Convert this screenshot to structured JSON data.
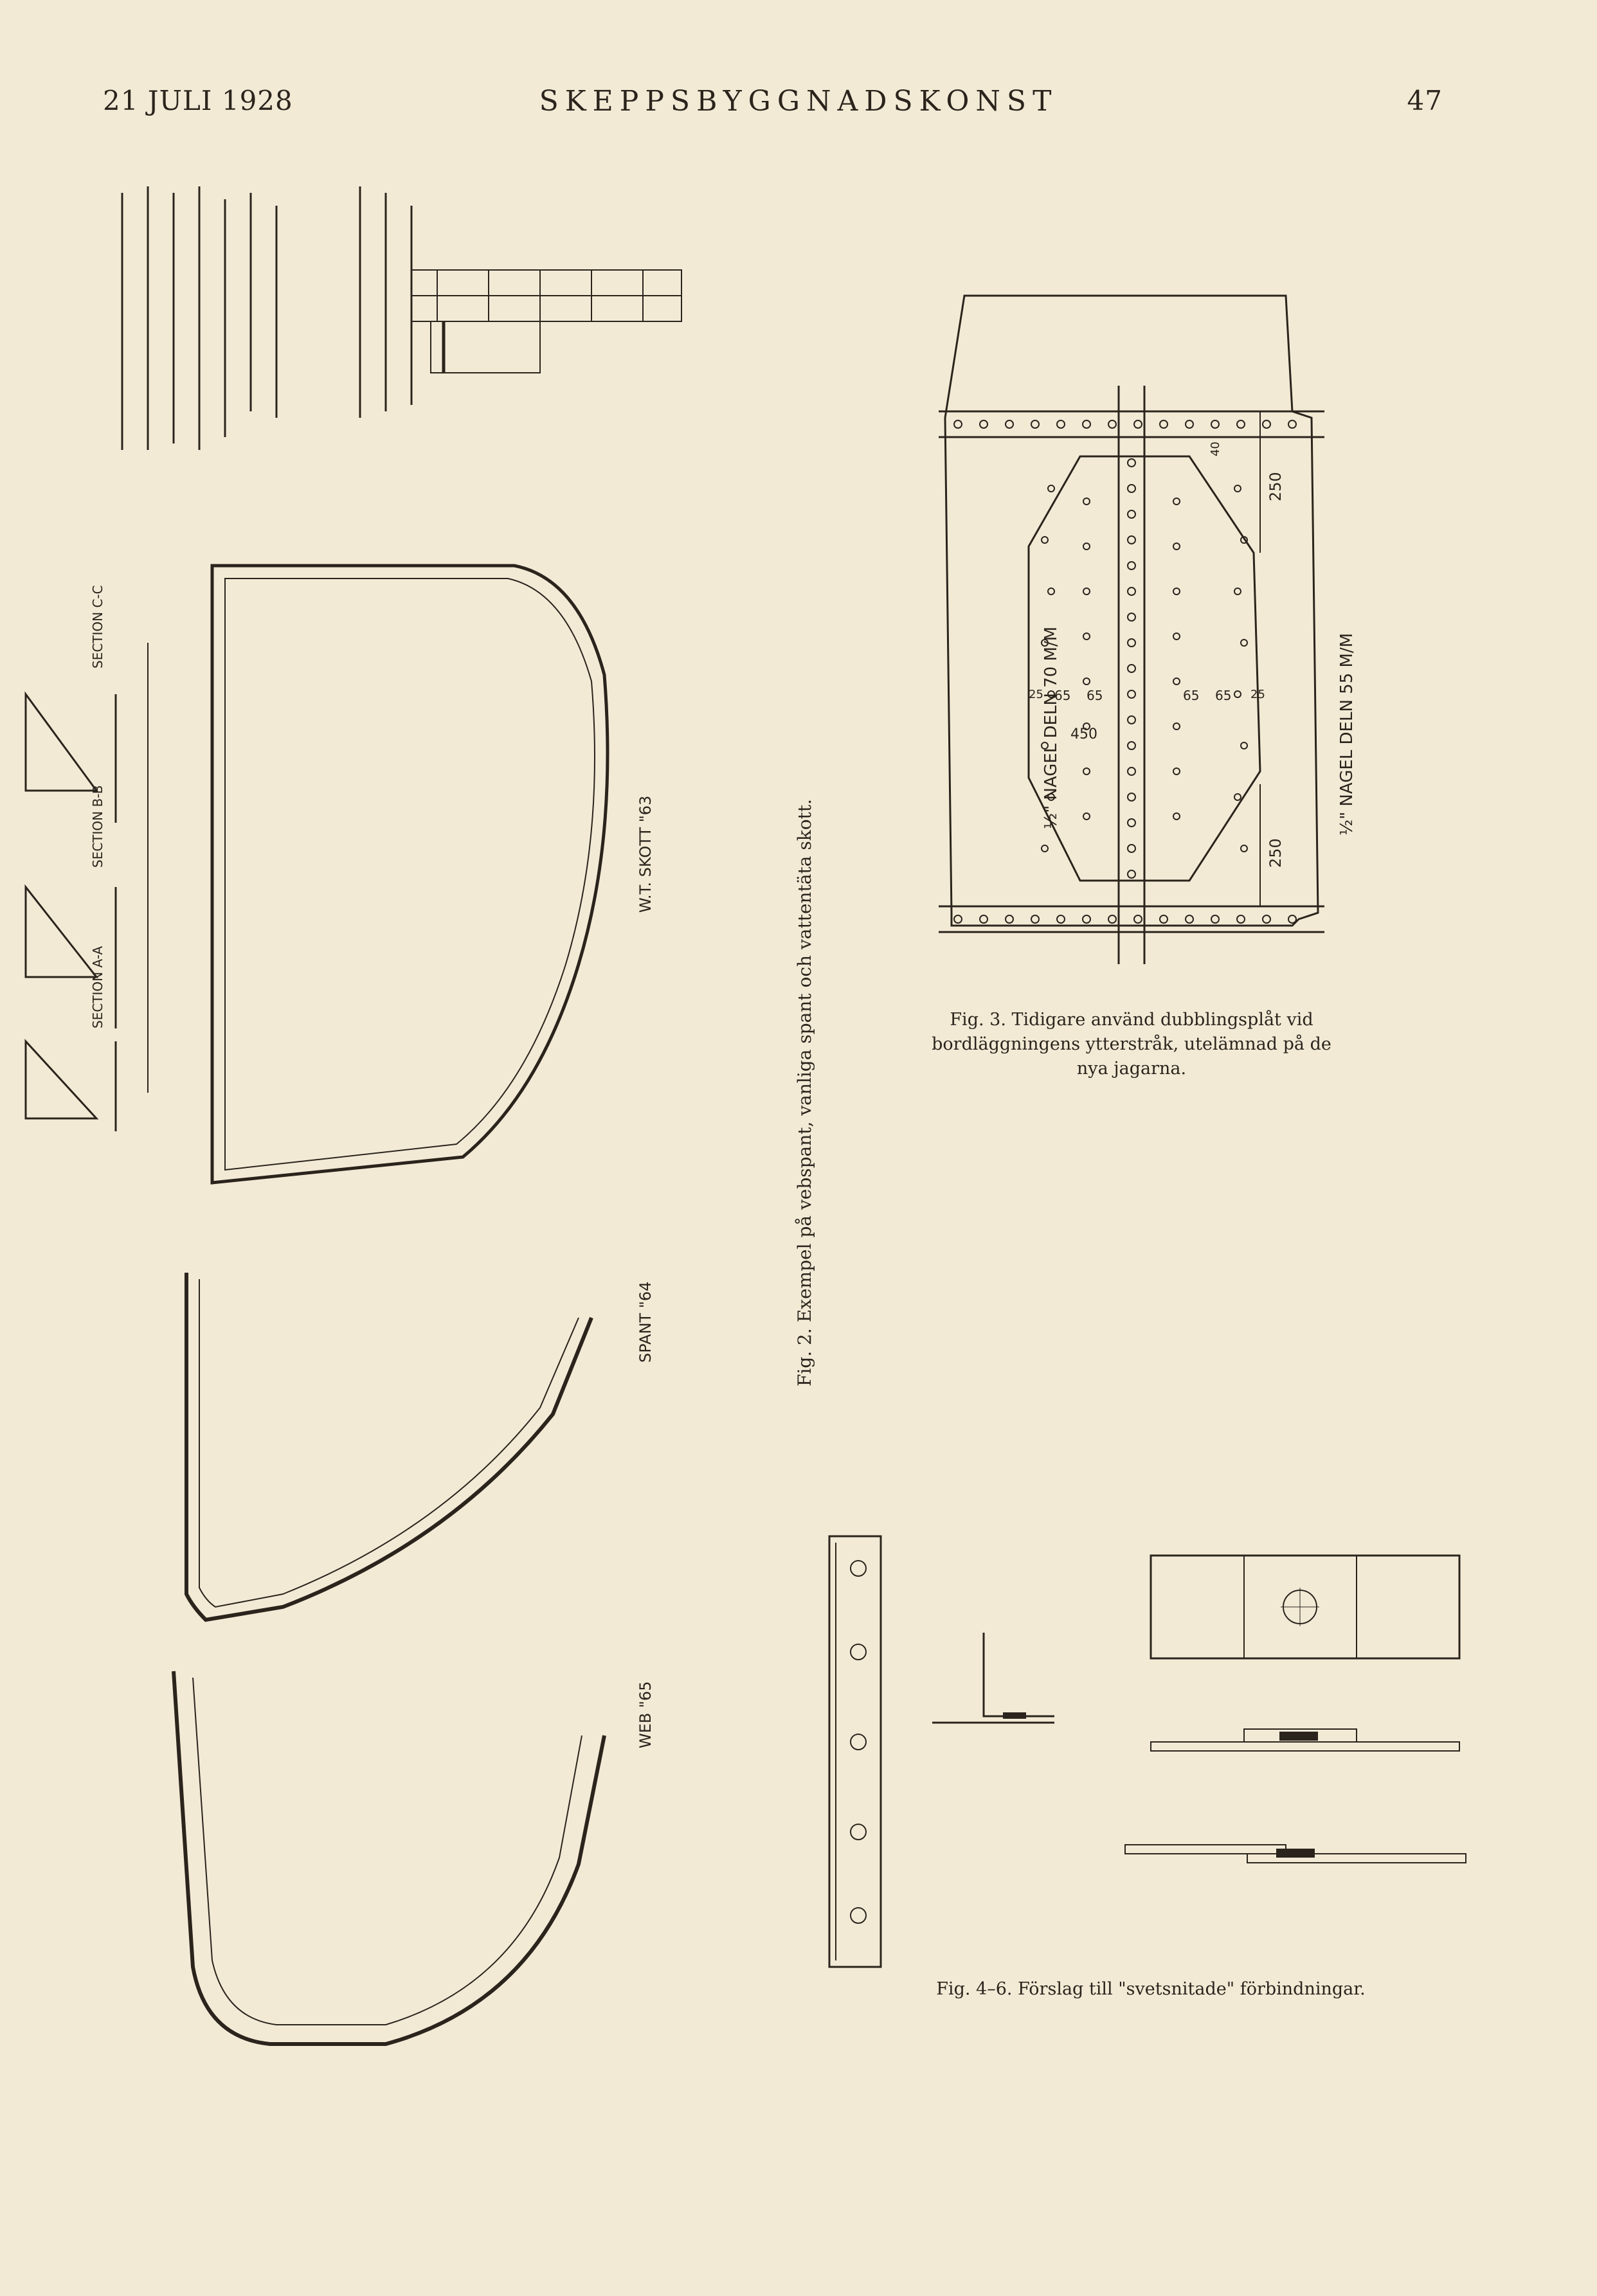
{
  "header": {
    "left": "21 JULI 1928",
    "center": "SKEPPSBYGGNADSKONST",
    "right": "47"
  },
  "figure2": {
    "caption": "Fig. 2. Exempel på vebspant, vanliga spant och vattentäta skott.",
    "labels": {
      "section_cc": "SECTION C-C",
      "section_bb": "SECTION B-B",
      "section_aa": "SECTION A-A",
      "wt_skott": "W.T. SKOTT \"63",
      "spant": "SPANT \"64",
      "web": "WEB \"65"
    }
  },
  "figure3": {
    "caption": "Fig. 3. Tidigare använd dubblingsplåt vid bordläggningens ytterstråk, utelämnad på de nya jagarna.",
    "labels": {
      "left_rivets": "½\" NAGEL DELN 70 M/M",
      "right_rivets": "½\" NAGEL DELN 55 M/M",
      "dim_250_top": "250",
      "dim_250_bottom": "250",
      "dim_40": "40",
      "dim_450": "450",
      "dim_65a": "65",
      "dim_65b": "65",
      "dim_65c": "65",
      "dim_65d": "65",
      "dim_25a": "25",
      "dim_25b": "25"
    }
  },
  "figure46": {
    "caption": "Fig. 4–6. Förslag till \"svetsnitade\" förbindningar."
  }
}
